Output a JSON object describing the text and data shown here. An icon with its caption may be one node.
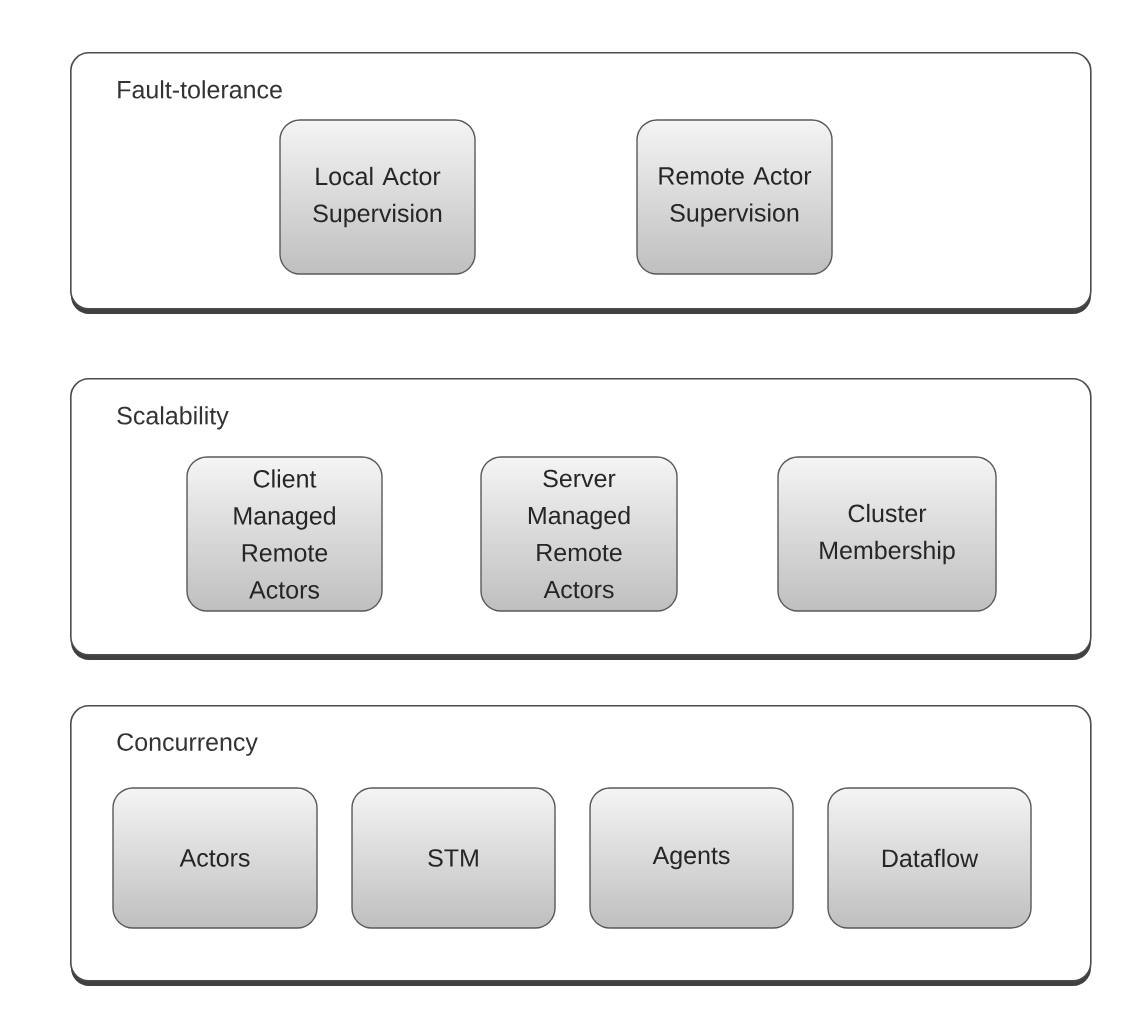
{
  "diagram": {
    "nodes": [
      {
        "text": [
          "Fault-tolerance"
        ]
      },
      {
        "text": [
          "Local Actor Supervision"
        ],
        "in": 0
      },
      {
        "text": [
          "Remote Actor Supervision"
        ],
        "in": 0
      },
      {
        "text": [
          "Scalability"
        ]
      },
      {
        "text": [
          "Client Managed Remote Actors"
        ],
        "in": 3
      },
      {
        "text": [
          "Server Managed Remote Actors"
        ],
        "in": 3
      },
      {
        "text": [
          "Cluster Membership"
        ],
        "in": 3
      },
      {
        "text": [
          "Concurrency"
        ]
      },
      {
        "text": [
          "Actors"
        ],
        "in": 7
      },
      {
        "text": [
          "STM"
        ],
        "in": 7
      },
      {
        "text": [
          "Agents"
        ],
        "in": 7
      },
      {
        "text": [
          "Dataflow"
        ],
        "in": 7
      }
    ],
    "edges": []
  }
}
